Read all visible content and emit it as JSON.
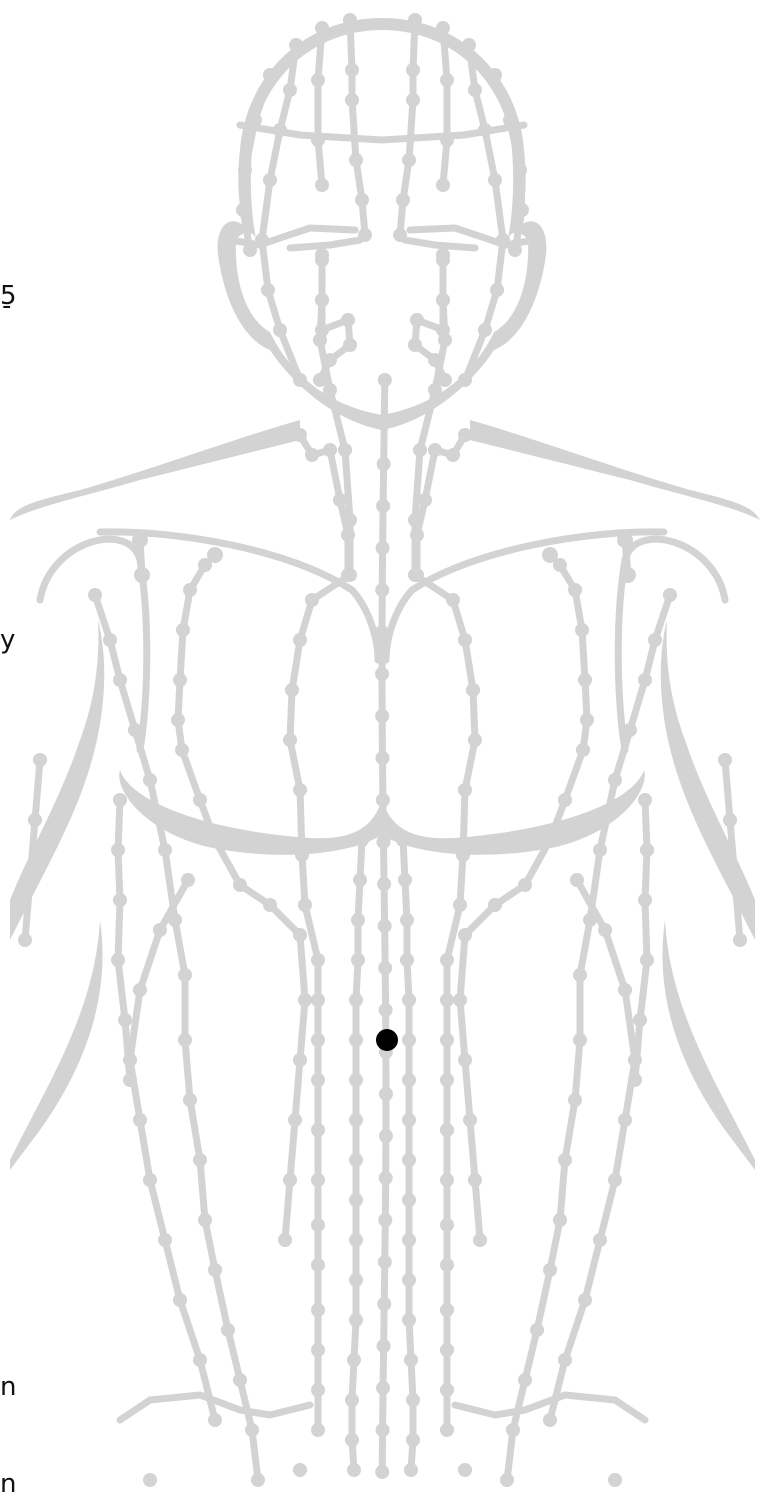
{
  "page": {
    "background": "#ffffff",
    "meridian_color": "#d3d3d3",
    "highlight_color": "#000000"
  },
  "cut_off_text": [
    "5",
    "-",
    "y",
    "n",
    "n"
  ],
  "diagram": {
    "subject": "acupuncture-meridian-front-torso",
    "highlighted_point_count": 1
  }
}
